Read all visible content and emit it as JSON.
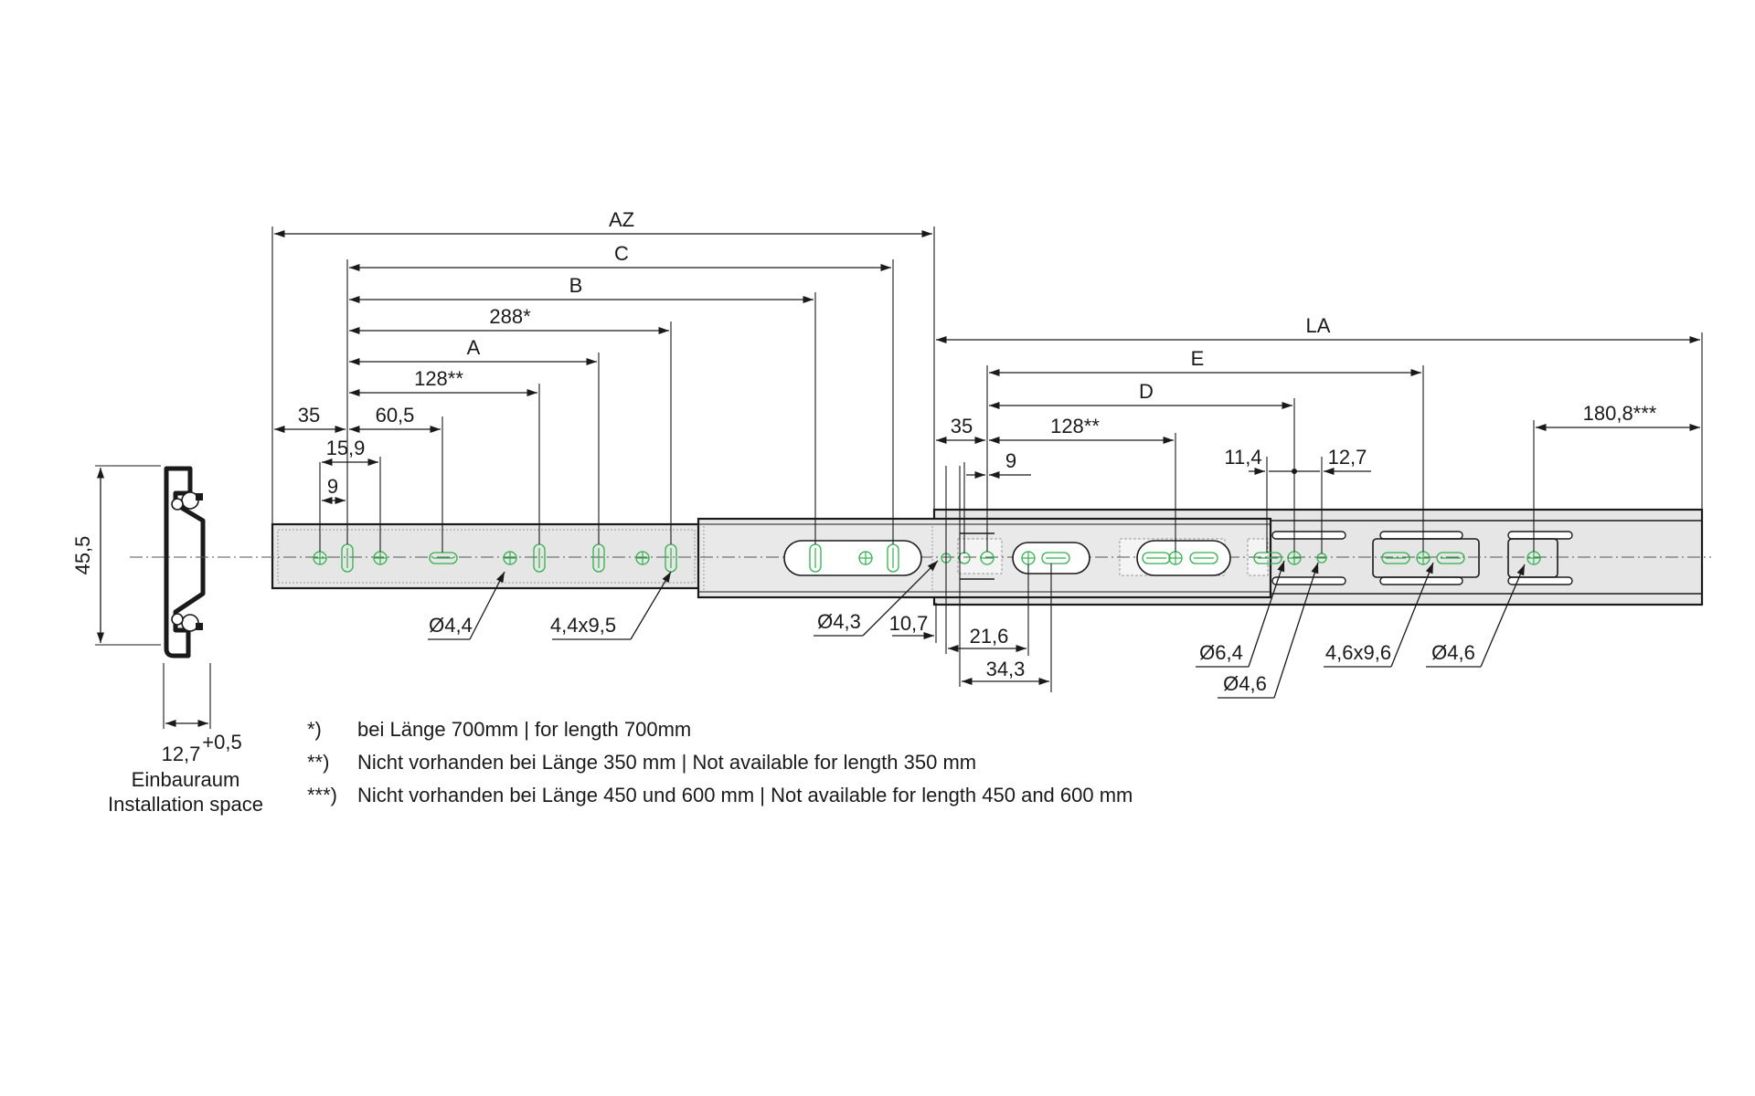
{
  "dims": {
    "AZ": "AZ",
    "C": "C",
    "B": "B",
    "d288": "288*",
    "A": "A",
    "d128a": "128**",
    "d35a": "35",
    "d60_5": "60,5",
    "d15_9": "15,9",
    "d9a": "9",
    "LA": "LA",
    "E": "E",
    "D": "D",
    "d35b": "35",
    "d128b": "128**",
    "d9b": "9",
    "d11_4": "11,4",
    "d12_7": "12,7",
    "d180_8": "180,8***",
    "d45_5": "45,5",
    "d12_7w": "12,7",
    "tol": "+0,5",
    "d10_7": "10,7",
    "d21_6": "21,6",
    "d34_3": "34,3"
  },
  "callouts": {
    "o4_4": "Ø4,4",
    "s4_4x9_5": "4,4x9,5",
    "o4_3": "Ø4,3",
    "o6_4": "Ø6,4",
    "o4_6a": "Ø4,6",
    "s4_6x9_6": "4,6x9,6",
    "o4_6b": "Ø4,6"
  },
  "space": {
    "de": "Einbauraum",
    "en": "Installation space"
  },
  "footnotes": [
    {
      "mark": "*)",
      "text": "bei Länge 700mm | for length 700mm"
    },
    {
      "mark": "**)",
      "text": "Nicht vorhanden bei Länge 350 mm | Not available for length 350 mm"
    },
    {
      "mark": "***)",
      "text": "Nicht vorhanden bei Länge 450 und 600 mm | Not available for length 450 and 600 mm"
    }
  ],
  "colors": {
    "hole_marker": "#2eb24a",
    "rail_fill": "#e6e6e6",
    "line": "#1a1a1a"
  }
}
